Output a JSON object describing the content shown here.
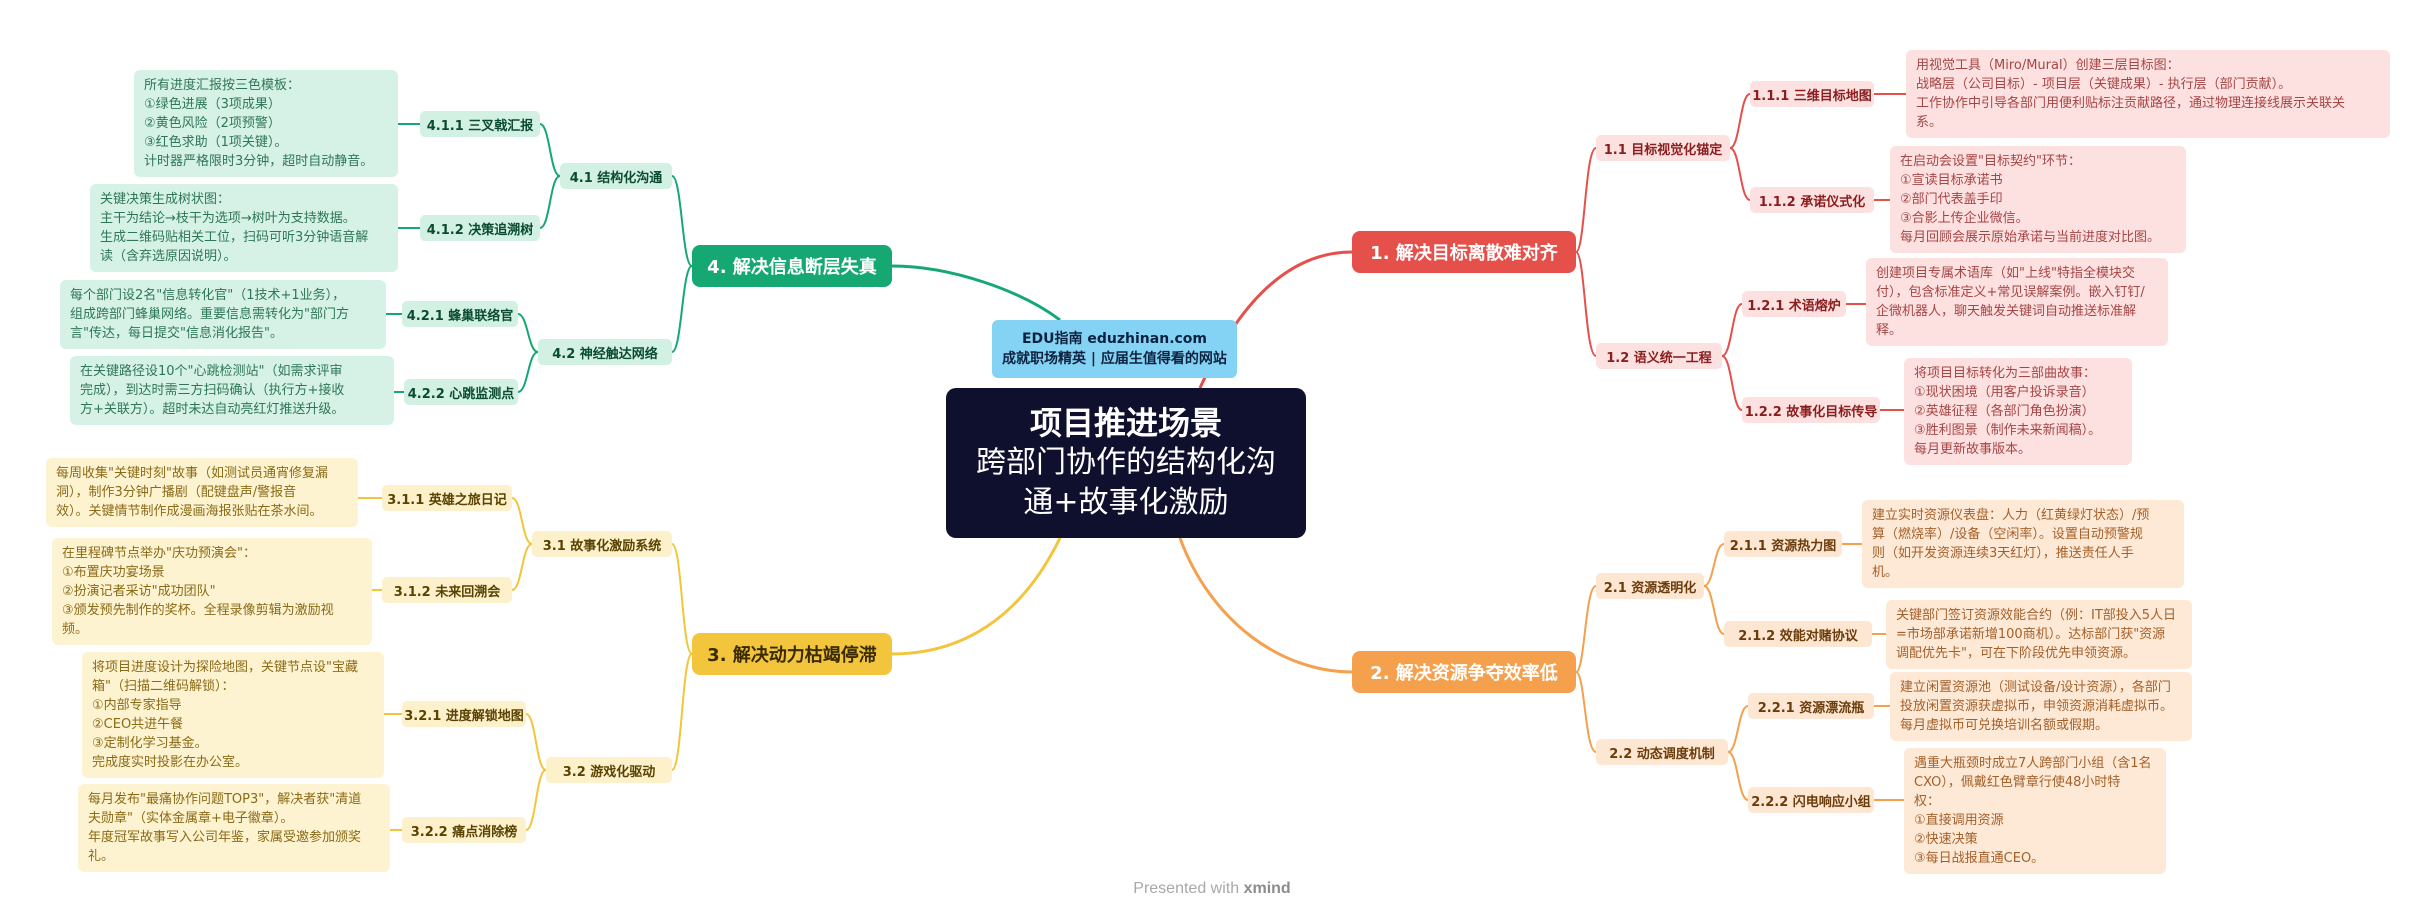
{
  "center": {
    "line1": "项目推进场景",
    "line2": "跨部门协作的结构化沟",
    "line3": "通+故事化激励"
  },
  "badge": {
    "line1": "EDU指南  eduzhinan.com",
    "line2": "成就职场精英 | 应届生值得看的网站"
  },
  "footer": {
    "prefix": "Presented with",
    "brand": "xmind"
  },
  "colors": {
    "red": "#e5504b",
    "orange": "#f4a04d",
    "yellow": "#f2c53d",
    "green": "#16a872"
  },
  "b1": {
    "label": "1. 解决目标离散难对齐",
    "s1": {
      "label": "1.1 目标视觉化锚定",
      "t1": {
        "label": "1.1.1 三维目标地图",
        "lines": [
          "用视觉工具（Miro/Mural）创建三层目标图：",
          "战略层（公司目标）- 项目层（关键成果）- 执行层（部门贡献）。",
          "工作协作中引导各部门用便利贴标注贡献路径，通过物理连接线展示关联关",
          "系。"
        ]
      },
      "t2": {
        "label": "1.1.2 承诺仪式化",
        "lines": [
          "在启动会设置\"目标契约\"环节：",
          "①宣读目标承诺书",
          "②部门代表盖手印",
          "③合影上传企业微信。",
          "每月回顾会展示原始承诺与当前进度对比图。"
        ]
      }
    },
    "s2": {
      "label": "1.2 语义统一工程",
      "t1": {
        "label": "1.2.1 术语熔炉",
        "lines": [
          "创建项目专属术语库（如\"上线\"特指全模块交",
          "付），包含标准定义+常见误解案例。嵌入钉钉/",
          "企微机器人，聊天触发关键词自动推送标准解",
          "释。"
        ]
      },
      "t2": {
        "label": "1.2.2 故事化目标传导",
        "lines": [
          "将项目目标转化为三部曲故事：",
          "①现状困境（用客户投诉录音）",
          "②英雄征程（各部门角色扮演）",
          "③胜利图景（制作未来新闻稿）。",
          "每月更新故事版本。"
        ]
      }
    }
  },
  "b2": {
    "label": "2. 解决资源争夺效率低",
    "s1": {
      "label": "2.1 资源透明化",
      "t1": {
        "label": "2.1.1 资源热力图",
        "lines": [
          "建立实时资源仪表盘：人力（红黄绿灯状态）/预",
          "算（燃烧率）/设备（空闲率）。设置自动预警规",
          "则（如开发资源连续3天红灯），推送责任人手",
          "机。"
        ]
      },
      "t2": {
        "label": "2.1.2 效能对赌协议",
        "lines": [
          "关键部门签订资源效能合约（例：IT部投入5人日",
          "=市场部承诺新增100商机）。达标部门获\"资源",
          "调配优先卡\"，可在下阶段优先申领资源。"
        ]
      }
    },
    "s2": {
      "label": "2.2 动态调度机制",
      "t1": {
        "label": "2.2.1 资源漂流瓶",
        "lines": [
          "建立闲置资源池（测试设备/设计资源），各部门",
          "投放闲置资源获虚拟币，申领资源消耗虚拟币。",
          "每月虚拟币可兑换培训名额或假期。"
        ]
      },
      "t2": {
        "label": "2.2.2 闪电响应小组",
        "lines": [
          "遇重大瓶颈时成立7人跨部门小组（含1名",
          "CXO），佩戴红色臂章行使48小时特",
          "权：",
          "①直接调用资源",
          "②快速决策",
          "③每日战报直通CEO。"
        ]
      }
    }
  },
  "b3": {
    "label": "3. 解决动力枯竭停滞",
    "s1": {
      "label": "3.1 故事化激励系统",
      "t1": {
        "label": "3.1.1 英雄之旅日记",
        "lines": [
          "每周收集\"关键时刻\"故事（如测试员通宵修复漏",
          "洞），制作3分钟广播剧（配键盘声/警报音",
          "效）。关键情节制作成漫画海报张贴在茶水间。"
        ]
      },
      "t2": {
        "label": "3.1.2 未来回溯会",
        "lines": [
          "在里程碑节点举办\"庆功预演会\"：",
          "①布置庆功宴场景",
          "②扮演记者采访\"成功团队\"",
          "③颁发预先制作的奖杯。全程录像剪辑为激励视",
          "频。"
        ]
      }
    },
    "s2": {
      "label": "3.2 游戏化驱动",
      "t1": {
        "label": "3.2.1 进度解锁地图",
        "lines": [
          "将项目进度设计为探险地图，关键节点设\"宝藏",
          "箱\"（扫描二维码解锁）：",
          "①内部专家指导",
          "②CEO共进午餐",
          "③定制化学习基金。",
          "完成度实时投影在办公室。"
        ]
      },
      "t2": {
        "label": "3.2.2 痛点消除榜",
        "lines": [
          "每月发布\"最痛协作问题TOP3\"，解决者获\"清道",
          "夫勋章\"（实体金属章+电子徽章）。",
          "年度冠军故事写入公司年鉴，家属受邀参加颁奖",
          "礼。"
        ]
      }
    }
  },
  "b4": {
    "label": "4. 解决信息断层失真",
    "s1": {
      "label": "4.1 结构化沟通",
      "t1": {
        "label": "4.1.1 三叉戟汇报",
        "lines": [
          "所有进度汇报按三色模板：",
          "①绿色进展（3项成果）",
          "②黄色风险（2项预警）",
          "③红色求助（1项关键）。",
          "计时器严格限时3分钟，超时自动静音。"
        ]
      },
      "t2": {
        "label": "4.1.2 决策追溯树",
        "lines": [
          "关键决策生成树状图：",
          "主干为结论→枝干为选项→树叶为支持数据。",
          "生成二维码贴相关工位，扫码可听3分钟语音解",
          "读（含弃选原因说明）。"
        ]
      }
    },
    "s2": {
      "label": "4.2 神经触达网络",
      "t1": {
        "label": "4.2.1 蜂巢联络官",
        "lines": [
          "每个部门设2名\"信息转化官\"（1技术+1业务），",
          "组成跨部门蜂巢网络。重要信息需转化为\"部门方",
          "言\"传达，每日提交\"信息消化报告\"。"
        ]
      },
      "t2": {
        "label": "4.2.2 心跳监测点",
        "lines": [
          "在关键路径设10个\"心跳检测站\"（如需求评审",
          "完成），到达时需三方扫码确认（执行方+接收",
          "方+关联方）。超时未达自动亮红灯推送升级。"
        ]
      }
    }
  }
}
